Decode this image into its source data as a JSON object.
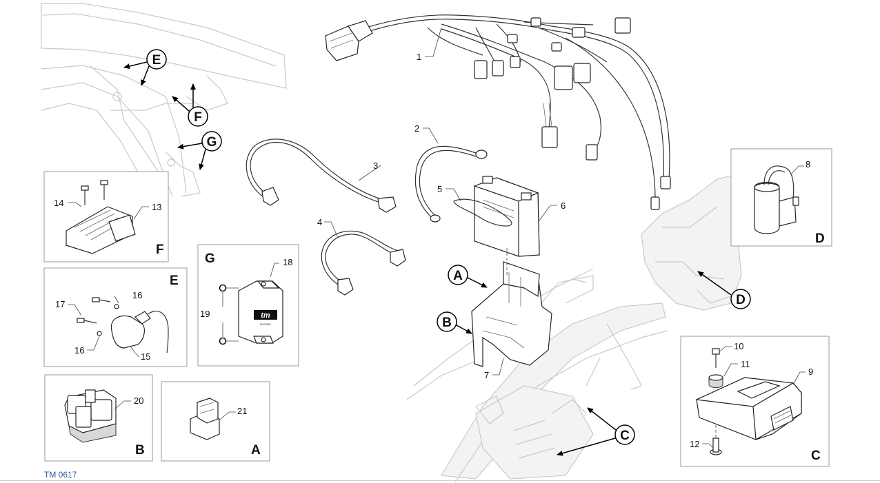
{
  "diagram": {
    "callouts": {
      "n1": "1",
      "n2": "2",
      "n3": "3",
      "n4": "4",
      "n5": "5",
      "n6": "6",
      "n7": "7",
      "n8": "8",
      "n9": "9",
      "n10": "10",
      "n11": "11",
      "n12": "12",
      "n13": "13",
      "n14": "14",
      "n15": "15",
      "n16a": "16",
      "n16b": "16",
      "n17": "17",
      "n18": "18",
      "n19": "19",
      "n20": "20",
      "n21": "21"
    },
    "location_markers": {
      "A": "A",
      "B": "B",
      "C": "C",
      "D": "D",
      "E": "E",
      "F": "F",
      "G": "G"
    },
    "inset_letters": {
      "F": "F",
      "E": "E",
      "G": "G",
      "B": "B",
      "A": "A",
      "D": "D",
      "C": "C"
    },
    "ecu_logo": "tm",
    "ecu_logo_sub": "RACING",
    "footer_code": "TM 0617"
  }
}
